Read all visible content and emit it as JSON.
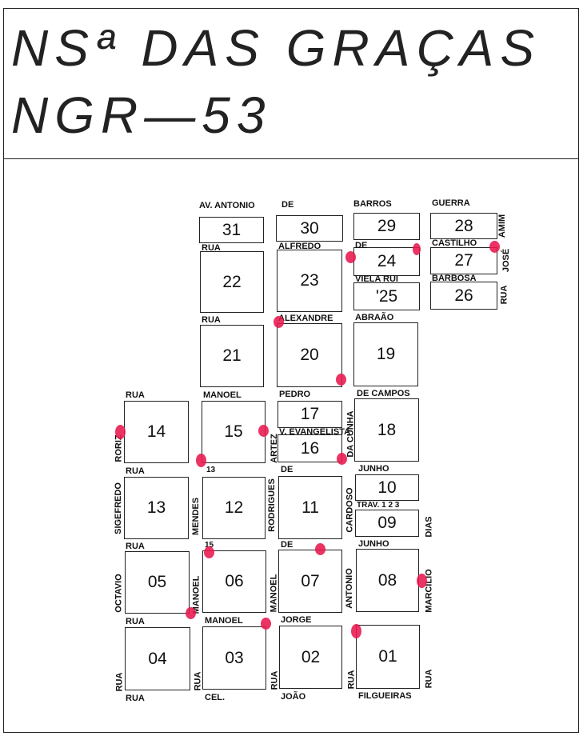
{
  "title": {
    "line1": "NSª DAS GRAÇAS",
    "line2": "NGR—53"
  },
  "blocks": {
    "b31": "31",
    "b30": "30",
    "b29": "29",
    "b28": "28",
    "b24": "24",
    "b27": "27",
    "b22": "22",
    "b23": "23",
    "b25": "'25",
    "b26": "26",
    "b21": "21",
    "b20": "20",
    "b19": "19",
    "b14": "14",
    "b15": "15",
    "b17": "17",
    "b16": "16",
    "b18": "18",
    "b13": "13",
    "b12": "12",
    "b11": "11",
    "b10": "10",
    "b09": "09",
    "b05": "05",
    "b06": "06",
    "b07": "07",
    "b08": "08",
    "b04": "04",
    "b03": "03",
    "b02": "02",
    "b01": "01"
  },
  "streets": {
    "av_antonio": "AV. ANTONIO",
    "de_1": "DE",
    "barros": "BARROS",
    "guerra": "GUERRA",
    "amim": "AMIM",
    "jose": "JOSÉ",
    "rua_r1": "RUA",
    "rua_1": "RUA",
    "alfredo": "ALFREDO",
    "de_2": "DE",
    "castilho": "CASTILHO",
    "viela_rui": "VIELA RUI",
    "barbosa": "BARBOSA",
    "rua_2": "RUA",
    "alexandre": "ALEXANDRE",
    "abraao": "ABRAÃO",
    "rua_3": "RUA",
    "manoel_1": "MANOEL",
    "pedro": "PEDRO",
    "de_campos": "DE CAMPOS",
    "roriz": "RORIZ",
    "artez": "ARTEZ",
    "v_evangelista": "V. EVANGELISTA",
    "da_cunha": "DA CUNHA",
    "rua_4": "RUA",
    "n13": "13",
    "de_3": "DE",
    "junho_1": "JUNHO",
    "sigefredo": "SIGEFREDO",
    "mendes": "MENDES",
    "rodrigues": "RODRIGUES",
    "cardoso": "CARDOSO",
    "trav": "TRAV. 1 2 3",
    "dias": "DIAS",
    "rua_5": "RUA",
    "n15": "15",
    "de_4": "DE",
    "junho_2": "JUNHO",
    "octavio": "OCTAVIO",
    "manoel_v1": "MANOEL",
    "manoel_v2": "MANOEL",
    "antonio_v": "ANTONIO",
    "marcilio": "MARCILIO",
    "rua_6": "RUA",
    "manoel_2": "MANOEL",
    "jorge": "JORGE",
    "rua_v1": "RUA",
    "rua_v2": "RUA",
    "rua_v3": "RUA",
    "rua_v4": "RUA",
    "rua_v5": "RUA",
    "rua_7": "RUA",
    "cel": "CEL.",
    "joao": "JOÃO",
    "filgueiras": "FILGUEIRAS"
  },
  "colors": {
    "marker": "#e8174e",
    "ink": "#222222"
  }
}
